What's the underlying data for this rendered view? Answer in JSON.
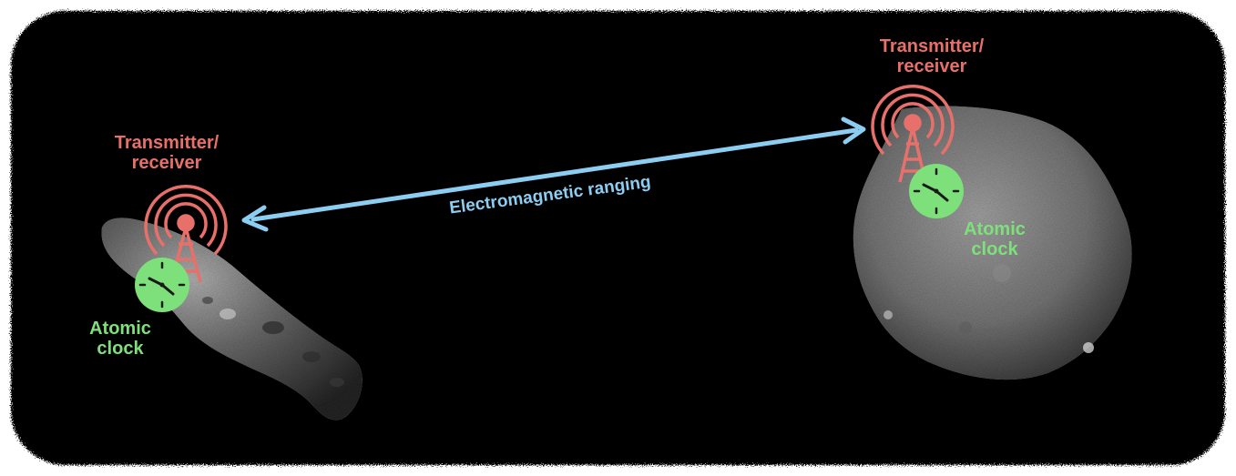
{
  "diagram": {
    "background_color": "#000000",
    "left_body": {
      "transmitter_label_line1": "Transmitter/",
      "transmitter_label_line2": "receiver",
      "clock_label_line1": "Atomic",
      "clock_label_line2": "clock"
    },
    "right_body": {
      "transmitter_label_line1": "Transmitter/",
      "transmitter_label_line2": "receiver",
      "clock_label_line1": "Atomic",
      "clock_label_line2": "clock"
    },
    "link": {
      "label": "Electromagnetic ranging",
      "color": "#8ccdf2"
    },
    "colors": {
      "transmitter": "#e8706a",
      "clock": "#7ee07a",
      "asteroid": "#7a7a7a"
    }
  }
}
